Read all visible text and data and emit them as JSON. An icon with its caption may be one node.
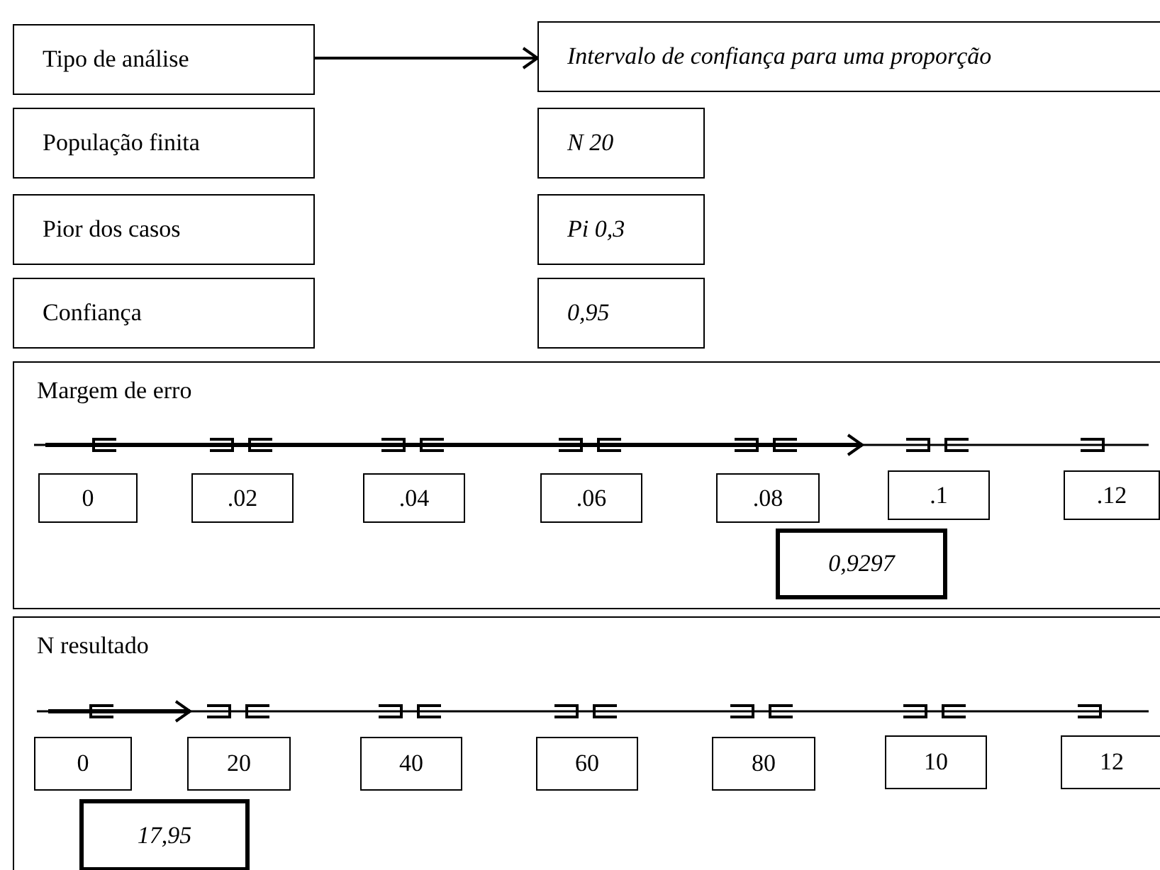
{
  "diagram": {
    "nodes": [
      {
        "text": [
          "Tipo de análise"
        ]
      },
      {
        "text": [
          "Intervalo de confiança para uma proporção"
        ]
      },
      {
        "text": [
          "População finita"
        ]
      },
      {
        "text": [
          "N 20"
        ]
      },
      {
        "text": [
          "Pior dos casos"
        ]
      },
      {
        "text": [
          "Pi 0,3"
        ]
      },
      {
        "text": [
          "Confiança"
        ]
      },
      {
        "text": [
          "0,95"
        ]
      },
      {
        "text": [
          "Margem de erro"
        ]
      },
      {
        "text": [
          "0"
        ],
        "in": 8
      },
      {
        "text": [
          ".02"
        ],
        "in": 8
      },
      {
        "text": [
          ".04"
        ],
        "in": 8
      },
      {
        "text": [
          ".06"
        ],
        "in": 8
      },
      {
        "text": [
          ".08"
        ],
        "in": 8
      },
      {
        "text": [
          ".1"
        ],
        "in": 8
      },
      {
        "text": [
          ".12"
        ],
        "in": 8
      },
      {
        "text": [
          "0,9297"
        ],
        "in": 8
      },
      {
        "text": [
          "N resultado"
        ]
      },
      {
        "text": [
          "0"
        ],
        "in": 17
      },
      {
        "text": [
          "20"
        ],
        "in": 17
      },
      {
        "text": [
          "40"
        ],
        "in": 17
      },
      {
        "text": [
          "60"
        ],
        "in": 17
      },
      {
        "text": [
          "80"
        ],
        "in": 17
      },
      {
        "text": [
          "10"
        ],
        "in": 17
      },
      {
        "text": [
          "12"
        ],
        "in": 17
      },
      {
        "text": [
          "17,95"
        ],
        "in": 17
      }
    ],
    "edges": [
      {
        "from": 0,
        "to": 1,
        "arrow": "to"
      }
    ]
  }
}
